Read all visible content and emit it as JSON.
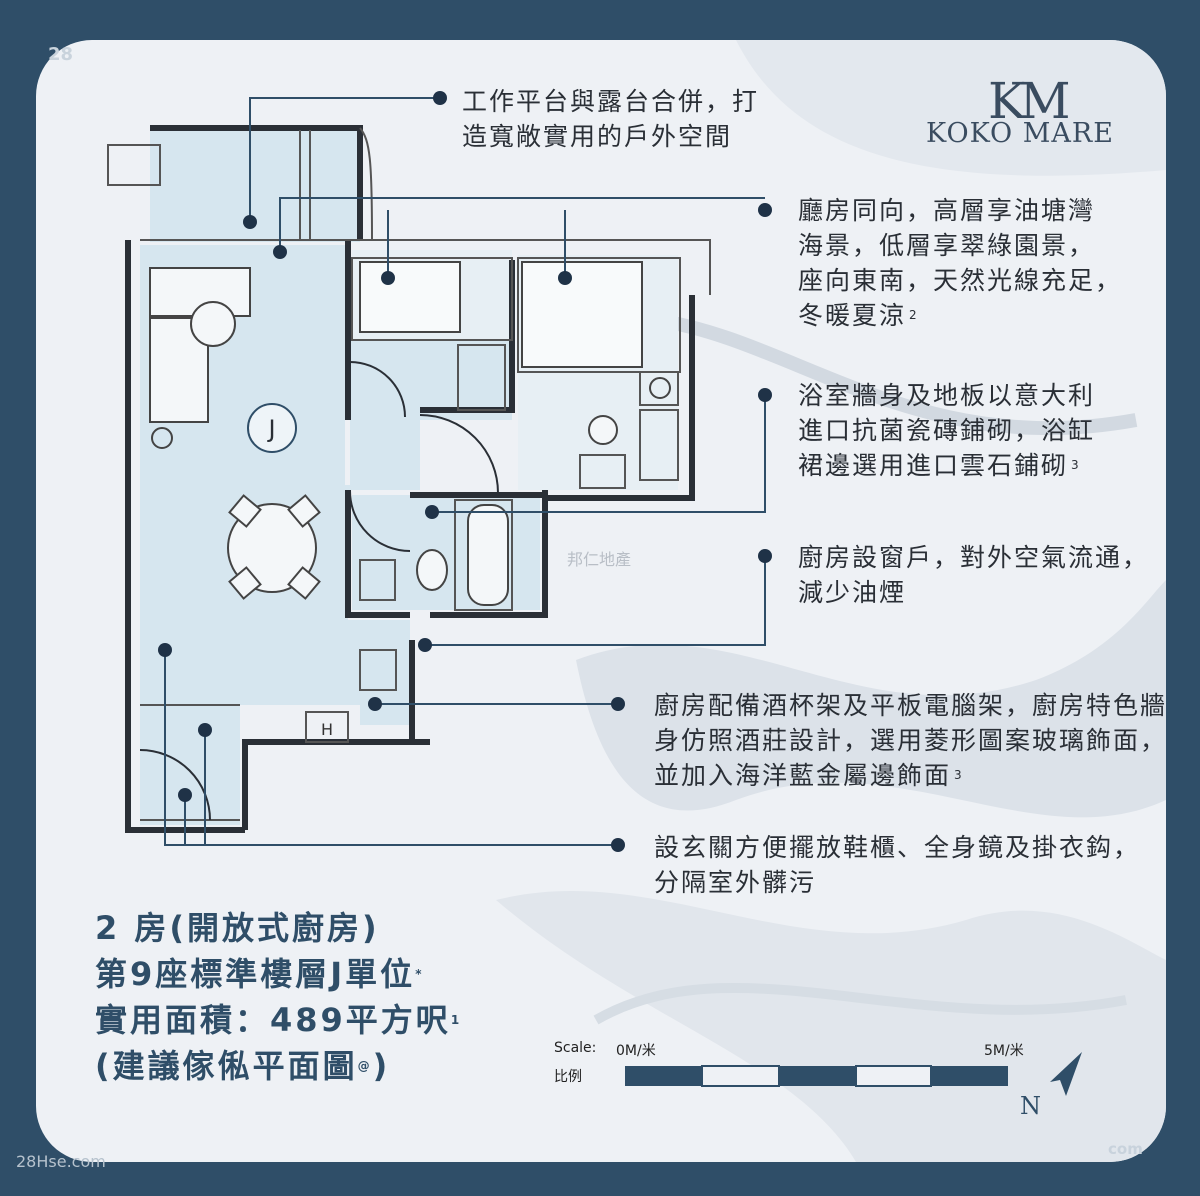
{
  "logo": {
    "mark": "KM",
    "name": "KOKO MARE"
  },
  "plan": {
    "room_label": "J",
    "appliance_label": "H"
  },
  "notes": [
    {
      "id": "balcony",
      "text": "工作平台與露台合併，打\n造寬敞實用的戶外空間",
      "sup": ""
    },
    {
      "id": "view",
      "text": "廳房同向，高層享油塘灣\n海景，低層享翠綠園景，\n座向東南，天然光線充足，\n冬暖夏涼",
      "sup": "2"
    },
    {
      "id": "bathroom",
      "text": "浴室牆身及地板以意大利\n進口抗菌瓷磚鋪砌，浴缸\n裙邊選用進口雲石鋪砌",
      "sup": "3"
    },
    {
      "id": "kitchen-window",
      "text": "廚房設窗戶，對外空氣流通，\n減少油煙",
      "sup": ""
    },
    {
      "id": "kitchen-rack",
      "text": "廚房配備酒杯架及平板電腦架，廚房特色牆\n身仿照酒莊設計，選用菱形圖案玻璃飾面，\n並加入海洋藍金屬邊飾面",
      "sup": "3"
    },
    {
      "id": "foyer",
      "text": "設玄關方便擺放鞋櫃、全身鏡及掛衣鈎，\n分隔室外髒污",
      "sup": ""
    }
  ],
  "unit_info": {
    "line1": "2 房(開放式廚房)",
    "line2": "第9座標準樓層J單位",
    "line2_sup": "*",
    "line3": "實用面積：489平方呎",
    "line3_sup": "1",
    "line4": "(建議傢俬平面圖",
    "line4_sup": "@",
    "line4_end": ")"
  },
  "scale": {
    "label": "Scale:",
    "label_zh": "比例",
    "start": "0M/米",
    "end": "5M/米"
  },
  "north": "N",
  "watermarks": {
    "agent": "邦仁地產",
    "top_left": "28",
    "bottom_left": "28Hse.com",
    "bottom_right": "com"
  },
  "colors": {
    "frame": "#2f4e68",
    "card": "#eef1f5",
    "room_fill": "#d6e6ef",
    "line": "#2f4e68"
  }
}
